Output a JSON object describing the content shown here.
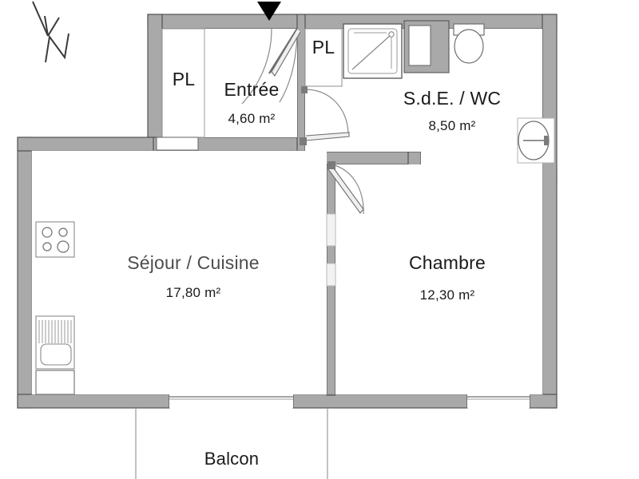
{
  "plan": {
    "type": "apartment-floor-plan",
    "language": "fr",
    "colors": {
      "wall_fill": "#a9a9a9",
      "wall_stroke": "#4a4a4a",
      "room_fill": "#ffffff",
      "fixture_stroke": "#6e6e6e",
      "text": "#1a1a1a",
      "marker": "#000000",
      "balcony_line": "#909090"
    },
    "compass": {
      "name": "north-arrow",
      "letter": "N"
    },
    "entry_marker": {
      "name": "entry-marker",
      "shape": "triangle-down"
    }
  },
  "rooms": [
    {
      "key": "entree",
      "name": "Entrée",
      "area": "4,60 m²"
    },
    {
      "key": "sde",
      "name": "S.d.E. / WC",
      "area": "8,50 m²"
    },
    {
      "key": "sejour",
      "name": "Séjour / Cuisine",
      "area": "17,80 m²"
    },
    {
      "key": "chambre",
      "name": "Chambre",
      "area": "12,30 m²"
    }
  ],
  "closets": [
    {
      "key": "pl_entree",
      "label": "PL"
    },
    {
      "key": "pl_sde",
      "label": "PL"
    }
  ],
  "outdoor": {
    "label": "Balcon"
  },
  "fixtures": [
    {
      "name": "cooktop",
      "room": "sejour"
    },
    {
      "name": "sink-kitchen",
      "room": "sejour"
    },
    {
      "name": "shower",
      "room": "sde"
    },
    {
      "name": "toilet",
      "room": "sde"
    },
    {
      "name": "washbasin",
      "room": "sde"
    },
    {
      "name": "cabinet",
      "room": "sde"
    }
  ],
  "openings": [
    {
      "name": "entry-door",
      "kind": "double-swing"
    },
    {
      "name": "sde-door",
      "kind": "swing"
    },
    {
      "name": "chambre-door",
      "kind": "swing"
    },
    {
      "name": "window-sejour-south",
      "kind": "window"
    },
    {
      "name": "window-chambre-south",
      "kind": "window"
    },
    {
      "name": "window-entree-west",
      "kind": "window"
    }
  ]
}
